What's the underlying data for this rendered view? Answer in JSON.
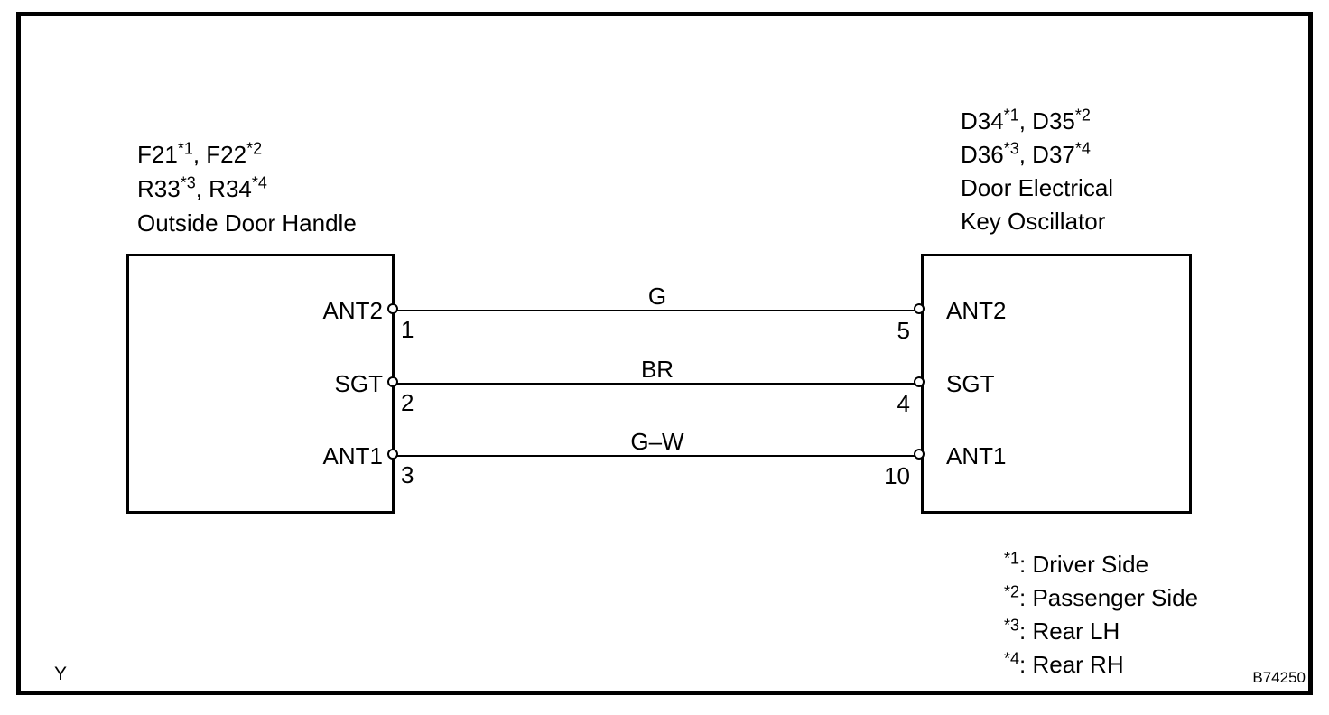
{
  "left_component": {
    "label": {
      "line1": {
        "t1": "F21",
        "s1": "*1",
        "t2": ", F22",
        "s2": "*2"
      },
      "line2": {
        "t1": "R33",
        "s1": "*3",
        "t2": ", R34",
        "s2": "*4"
      },
      "line3": "Outside Door Handle"
    },
    "pins": [
      {
        "signal": "ANT2",
        "number": "1"
      },
      {
        "signal": "SGT",
        "number": "2"
      },
      {
        "signal": "ANT1",
        "number": "3"
      }
    ]
  },
  "right_component": {
    "label": {
      "line1": {
        "t1": "D34",
        "s1": "*1",
        "t2": ", D35",
        "s2": "*2"
      },
      "line2": {
        "t1": "D36",
        "s1": "*3",
        "t2": ", D37",
        "s2": "*4"
      },
      "line3": "Door Electrical",
      "line4": "Key Oscillator"
    },
    "pins": [
      {
        "signal": "ANT2",
        "number": "5"
      },
      {
        "signal": "SGT",
        "number": "4"
      },
      {
        "signal": "ANT1",
        "number": "10"
      }
    ]
  },
  "wires": [
    {
      "color_code": "G"
    },
    {
      "color_code": "BR"
    },
    {
      "color_code": "G–W"
    }
  ],
  "footnotes": [
    {
      "mark": "*1",
      "text": ": Driver Side"
    },
    {
      "mark": "*2",
      "text": ": Passenger Side"
    },
    {
      "mark": "*3",
      "text": ": Rear LH"
    },
    {
      "mark": "*4",
      "text": ": Rear RH"
    }
  ],
  "figure": {
    "page_marker": "Y",
    "figure_code": "B74250"
  },
  "colors": {
    "line": "#000000",
    "background": "#ffffff"
  }
}
